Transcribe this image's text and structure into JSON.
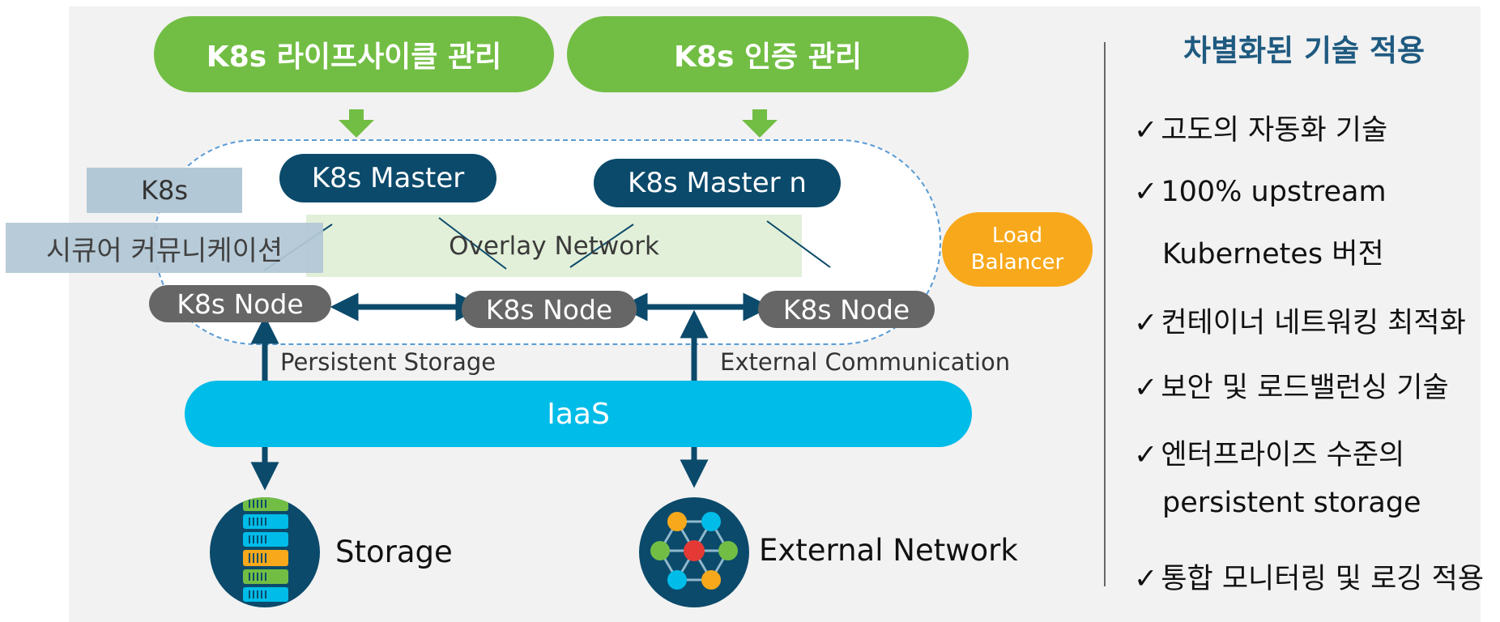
{
  "diagram": {
    "top_left_pill": "K8s 라이프사이클 관리",
    "top_right_pill": "K8s 인증 관리",
    "master_1": "K8s Master",
    "master_n": "K8s Master n",
    "k8s_label": "K8s",
    "secure_label": "시큐어 커뮤니케이션",
    "overlay_label": "Overlay Network",
    "load_balancer": [
      "Load",
      "Balancer"
    ],
    "node_label": "K8s Node",
    "persistent_storage": "Persistent Storage",
    "external_communication": "External Communication",
    "iaas": "IaaS",
    "storage": "Storage",
    "external_network": "External Network"
  },
  "side": {
    "title": "차별화된 기술 적용",
    "check": "✓",
    "features": [
      {
        "text": "고도의 자동화 기술"
      },
      {
        "text": "100% upstream",
        "cont": "Kubernetes 버전"
      },
      {
        "text": "컨테이너 네트워킹 최적화"
      },
      {
        "text": "보안 및 로드밸런싱 기술"
      },
      {
        "text": "엔터프라이즈 수준의",
        "cont": "persistent storage"
      },
      {
        "text": "통합 모니터링 및 로깅 적용"
      }
    ]
  },
  "colors": {
    "green": "#72be44",
    "navy": "#0b4a6b",
    "node_gray": "#666666",
    "iaas_cyan": "#00bce8",
    "lb_orange": "#f8a81b",
    "title_blue": "#1f5a80"
  }
}
